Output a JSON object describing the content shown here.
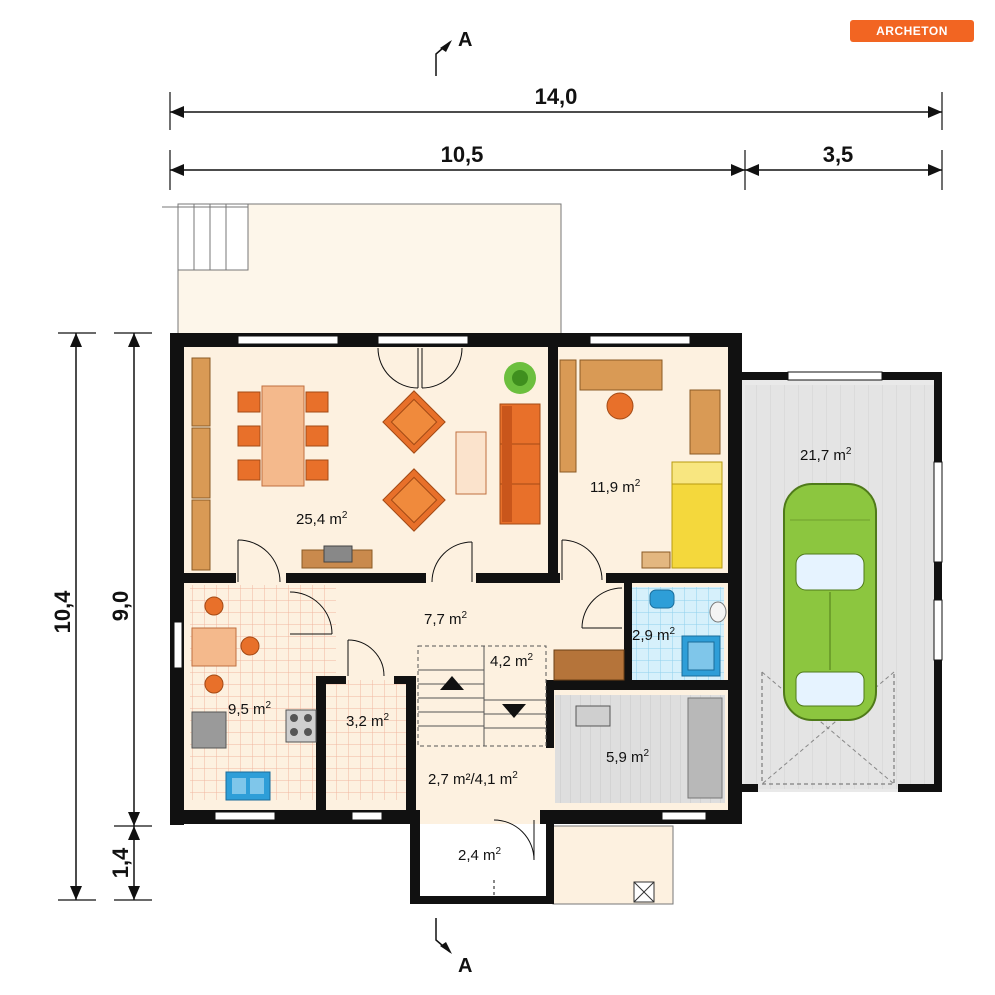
{
  "brand": {
    "logo_text": "ARCHETON",
    "logo_color": "#f26522"
  },
  "section_marks": {
    "top": "A",
    "bottom": "A"
  },
  "dimensions": {
    "total_width": "14,0",
    "width_main": "10,5",
    "width_garage": "3,5",
    "total_depth": "10,4",
    "depth_main": "9,0",
    "depth_porch": "1,4"
  },
  "rooms": [
    {
      "id": "living",
      "area": "25,4 m",
      "sup": "2"
    },
    {
      "id": "bedroom",
      "area": "11,9 m",
      "sup": "2"
    },
    {
      "id": "garage",
      "area": "21,7 m",
      "sup": "2"
    },
    {
      "id": "hall",
      "area": "7,7 m",
      "sup": "2"
    },
    {
      "id": "bathroom",
      "area": "2,9 m",
      "sup": "2"
    },
    {
      "id": "stair-landing",
      "area": "4,2 m",
      "sup": "2"
    },
    {
      "id": "kitchen",
      "area": "9,5 m",
      "sup": "2"
    },
    {
      "id": "pantry",
      "area": "3,2 m",
      "sup": "2"
    },
    {
      "id": "boiler",
      "area": "5,9 m",
      "sup": "2"
    },
    {
      "id": "staircase",
      "area": "2,7 m²/4,1 m",
      "sup": "2"
    },
    {
      "id": "vestibule",
      "area": "2,4 m",
      "sup": "2"
    }
  ],
  "colors": {
    "wall": "#111111",
    "floor": "#fdf1e0",
    "tile": "#f6c9b4",
    "bath_tile": "#bfe6f7",
    "garage_floor": "#e6e6e6",
    "boiler_floor": "#d9d9d9",
    "furniture": "#e8702a",
    "wood": "#d99a55",
    "car": "#8cc63f",
    "bed": "#f4d83c"
  }
}
